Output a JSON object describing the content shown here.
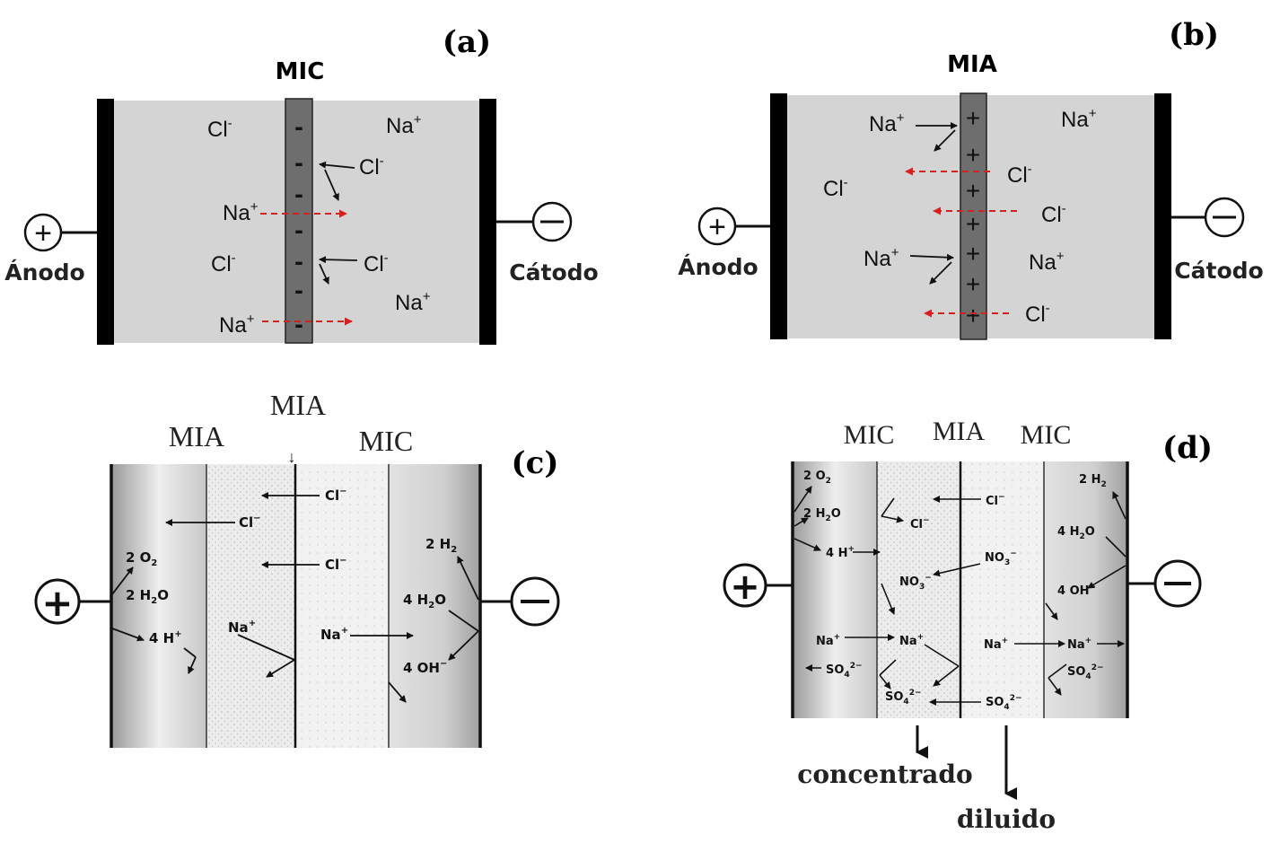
{
  "colors": {
    "cell": "#d4d4d4",
    "electrode": "#000000",
    "membrane": "#6e6e6e",
    "dashed": "#d62020",
    "text": "#111111"
  },
  "panel_a": {
    "label": "(a)",
    "membrane": "MIC",
    "anode": "Ánodo",
    "cathode": "Cátodo",
    "plus": "+",
    "minus": "−",
    "membrane_sign": "-",
    "ion_na": "Na",
    "ion_cl": "Cl",
    "sup_plus": "+",
    "sup_minus": "-"
  },
  "panel_b": {
    "label": "(b)",
    "membrane": "MIA",
    "anode": "Ánodo",
    "cathode": "Cátodo",
    "plus": "+",
    "minus": "−",
    "membrane_sign": "+",
    "ion_na": "Na",
    "ion_cl": "Cl",
    "sup_plus": "+",
    "sup_minus": "-"
  },
  "panel_c": {
    "label": "(c)",
    "mia_top": "MIA",
    "mia": "MIA",
    "mic": "MIC",
    "down_arrow": "↓",
    "plus": "+",
    "minus": "−",
    "cl": "Cl",
    "na": "Na",
    "sup_minus": "−",
    "sup_plus": "+",
    "o2": "2 O",
    "h2o_anode": "2 H",
    "h_ion": "4 H",
    "h2": "2 H",
    "h2o_cathode": "4 H",
    "oh": "4 OH",
    "sub_2": "2",
    "o": "O"
  },
  "panel_d": {
    "label": "(d)",
    "mic_left": "MIC",
    "mia": "MIA",
    "mic_right": "MIC",
    "plus": "+",
    "minus": "−",
    "o2": "2 O",
    "h2o_anode": "2 H",
    "h_ion": "4 H",
    "h2": "2 H",
    "h2o_cathode": "4 H",
    "oh": "4 OH",
    "cl": "Cl",
    "na": "Na",
    "no3": "NO",
    "so4": "SO",
    "sub_2": "2",
    "sub_3": "3",
    "sub_4": "4",
    "sup_minus": "−",
    "sup_plus": "+",
    "sup_2minus": "2−",
    "o": "O",
    "concentrado": "concentrado",
    "diluido": "diluido"
  }
}
